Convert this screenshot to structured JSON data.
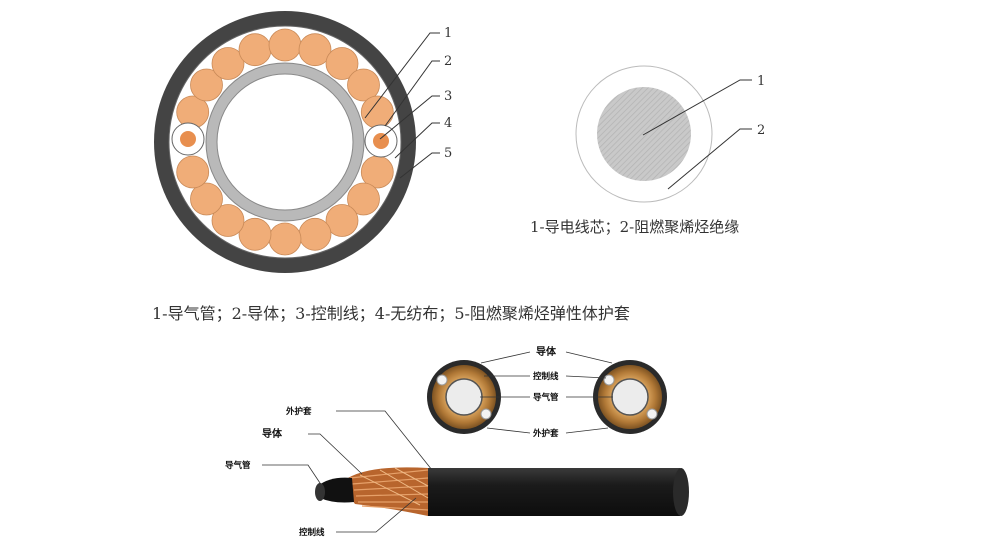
{
  "diagram_1": {
    "callouts": [
      "1",
      "2",
      "3",
      "4",
      "5"
    ],
    "caption": "1-导气管；2-导体；3-控制线；4-无纺布；5-阻燃聚烯烃弹性体护套"
  },
  "diagram_2": {
    "callouts": [
      "1",
      "2"
    ],
    "caption": "1-导电线芯；2-阻燃聚烯烃绝缘"
  },
  "diagram_3": {
    "labels": {
      "sheath": "外护套",
      "conductor": "导体",
      "air_tube": "导气管",
      "control_wire": "控制线"
    },
    "cross_section_labels": {
      "conductor": "导体",
      "control_wire": "控制线",
      "air_tube": "导气管",
      "sheath": "外护套"
    }
  },
  "colors": {
    "jacket": "#3f3f3f",
    "copper_strand": "#f0ad78",
    "tube": "#b4b4b4",
    "conductor_fill": "#c8c8c8",
    "cable_black": "#1a1a1a",
    "copper_wire": "#c8703a"
  }
}
